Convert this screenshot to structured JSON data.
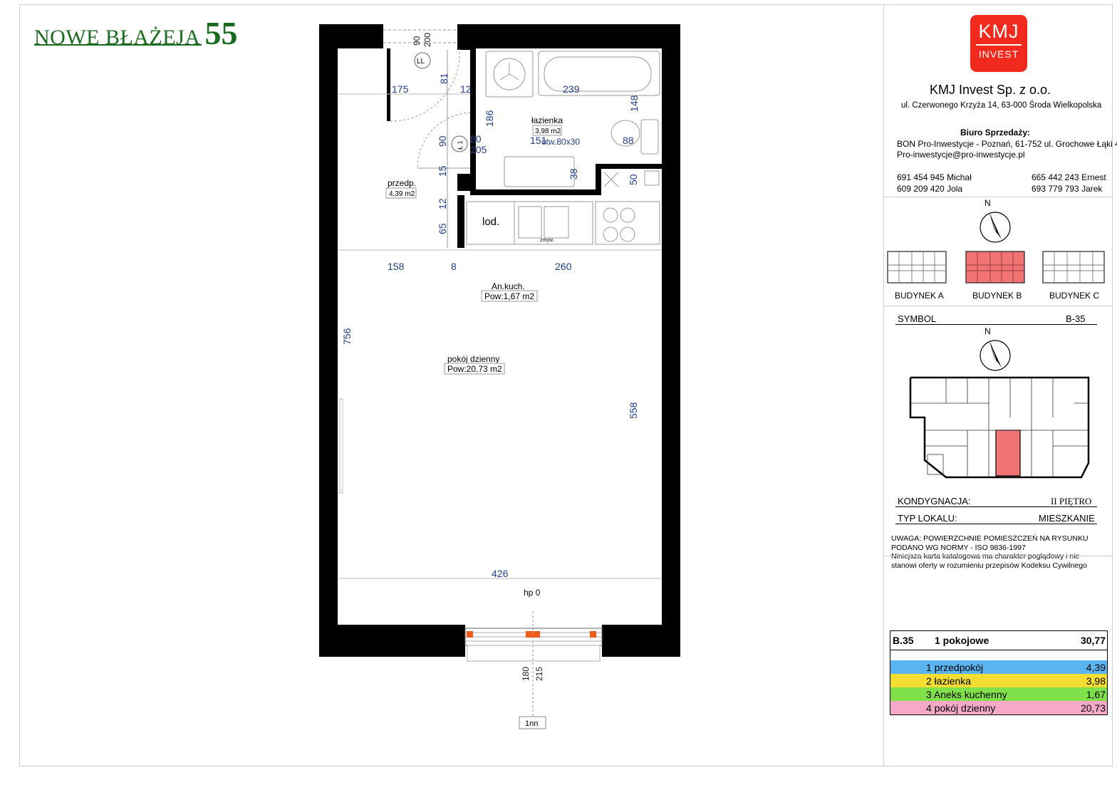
{
  "header": {
    "title_text": "NOWE BŁAŻEJA",
    "title_number": "55"
  },
  "plan": {
    "dims": [
      "175",
      "81",
      "12",
      "239",
      "148",
      "186",
      "90",
      "80",
      "205",
      "151",
      "88",
      "15",
      "38",
      "50",
      "12",
      "65",
      "158",
      "8",
      "260",
      "756",
      "558",
      "426",
      "90",
      "200",
      "180",
      "215"
    ],
    "labels": {
      "ll": "LL",
      "l1": "Ł 1",
      "bath_name": "łazienka",
      "bath_area": "3,98 m2",
      "bath_opening": "otw.80x30",
      "hall_name": "przedp.",
      "hall_area": "4,39 m2",
      "fridge": "lod.",
      "sink": "zmyw.",
      "kitchen_name": "An.kuch.",
      "kitchen_area": "Pow:1,67 m2",
      "living_name": "pokój dzienny",
      "living_area": "Pow:20,73 m2",
      "hp": "hp 0",
      "nn": "1nn"
    }
  },
  "company": {
    "logo_top": "KMJ",
    "logo_bottom": "INVEST",
    "name": "KMJ Invest Sp. z o.o.",
    "address": "ul. Czerwonego Krzyża 14, 63-000 Środa Wielkopolska",
    "sales_title": "Biuro Sprzedaży:",
    "sales_line1": "BON Pro-Inwestycje - Poznań, 61-752 ul. Grochowe Łąki 4",
    "sales_email": "Pro-inwestycje@pro-inwestycje.pl",
    "phones": [
      "691 454 945 Michał",
      "609 209 420 Jola",
      "665 442 243 Ernest",
      "693 779 793 Jarek"
    ]
  },
  "compass": {
    "north": "N"
  },
  "buildings": [
    "BUDYNEK A",
    "BUDYNEK B",
    "BUDYNEK C"
  ],
  "symbol": {
    "label": "SYMBOL",
    "value": "B-35"
  },
  "floor": {
    "label": "KONDYGNACJA:",
    "value": "II PIĘTRO"
  },
  "unit_type": {
    "label": "TYP LOKALU:",
    "value": "MIESZKANIE"
  },
  "notes": [
    "UWAGA: POWIERZCHNIE POMIESZCZEŃ NA RYSUNKU",
    "PODANO WG NORMY - ISO 9836-1997",
    "Niniejsza karta katalogowa ma charakter poglądowy i nie",
    "stanowi oferty w rozumieniu przepisów Kodeksu Cywilnego"
  ],
  "area_table": {
    "code": "B.35",
    "type": "1 pokojowe",
    "total": "30,77",
    "rows": [
      {
        "label": "1 przedpokój",
        "value": "4,39",
        "color": "#59b4f0"
      },
      {
        "label": "2 łazienka",
        "value": "3,98",
        "color": "#f3dd33"
      },
      {
        "label": "3 Aneks kuchenny",
        "value": "1,67",
        "color": "#7fe04a"
      },
      {
        "label": "4 pokój dzienny",
        "value": "20,73",
        "color": "#f6a9c6"
      }
    ]
  },
  "colors": {
    "brand_red": "#f22a1e",
    "title_green": "#1a6b1f",
    "dim_blue": "#1f3f8c",
    "highlight": "#f27373"
  }
}
